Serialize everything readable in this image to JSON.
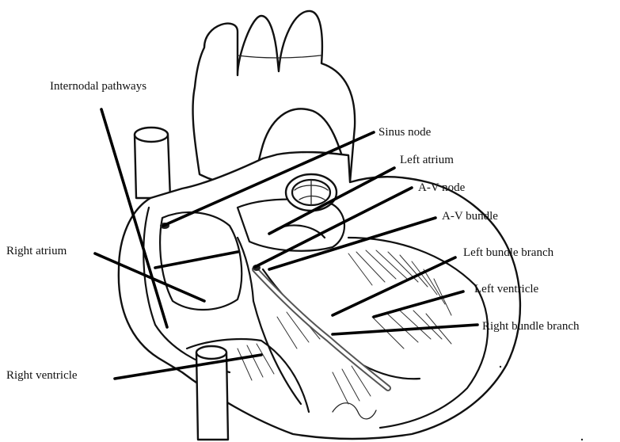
{
  "labels": {
    "internodal_pathways": "Internodal pathways",
    "sinus_node": "Sinus node",
    "left_atrium": "Left atrium",
    "av_node": "A-V node",
    "av_bundle": "A-V bundle",
    "right_atrium": "Right atrium",
    "left_bundle_branch": "Left bundle branch",
    "left_ventricle": "Left ventricle",
    "right_bundle_branch": "Right bundle branch",
    "right_ventricle": "Right ventricle"
  }
}
